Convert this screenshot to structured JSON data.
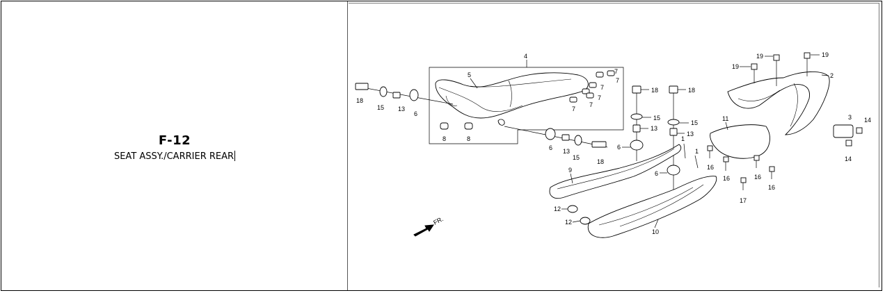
{
  "section": {
    "code": "F-12",
    "title": "SEAT ASSY./CARRIER REAR"
  },
  "diagram": {
    "direction_label": "FR.",
    "callouts": [
      "1",
      "2",
      "3",
      "4",
      "5",
      "6",
      "7",
      "8",
      "9",
      "10",
      "11",
      "12",
      "13",
      "14",
      "15",
      "16",
      "17",
      "18",
      "19"
    ]
  }
}
